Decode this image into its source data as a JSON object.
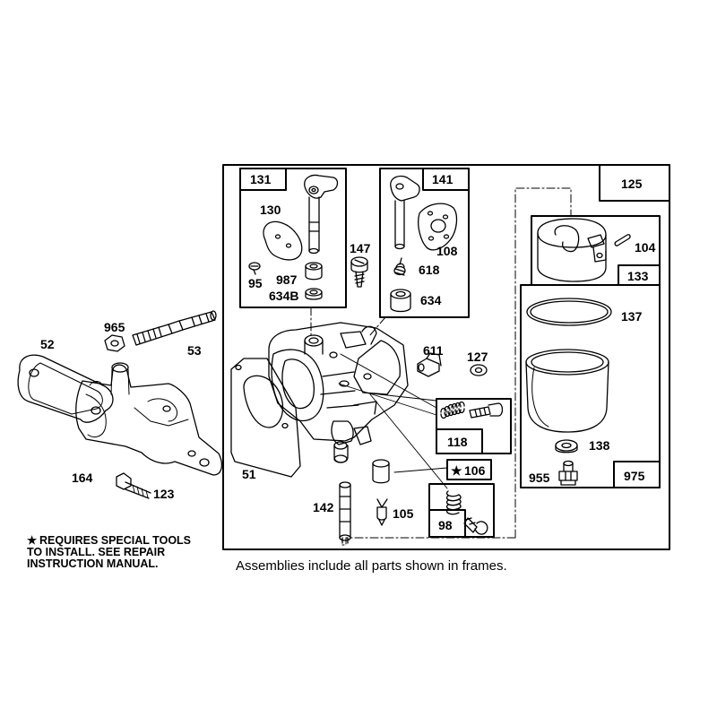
{
  "part_labels": {
    "p52": "52",
    "p965": "965",
    "p53": "53",
    "p164": "164",
    "p123": "123",
    "p51": "51",
    "p131": "131",
    "p130": "130",
    "p95": "95",
    "p987": "987",
    "p634b": "634B",
    "p147": "147",
    "p141": "141",
    "p108": "108",
    "p618": "618",
    "p634": "634",
    "p611": "611",
    "p127": "127",
    "p118": "118",
    "p106": "106",
    "p142": "142",
    "p105": "105",
    "p98": "98",
    "p125": "125",
    "p104": "104",
    "p133": "133",
    "p137": "137",
    "p138": "138",
    "p955": "955",
    "p975": "975"
  },
  "star_symbol": "★",
  "note": {
    "line1": "REQUIRES SPECIAL TOOLS",
    "line2": "TO INSTALL.  SEE REPAIR",
    "line3": "INSTRUCTION MANUAL."
  },
  "caption": "Assemblies include all parts shown in frames."
}
